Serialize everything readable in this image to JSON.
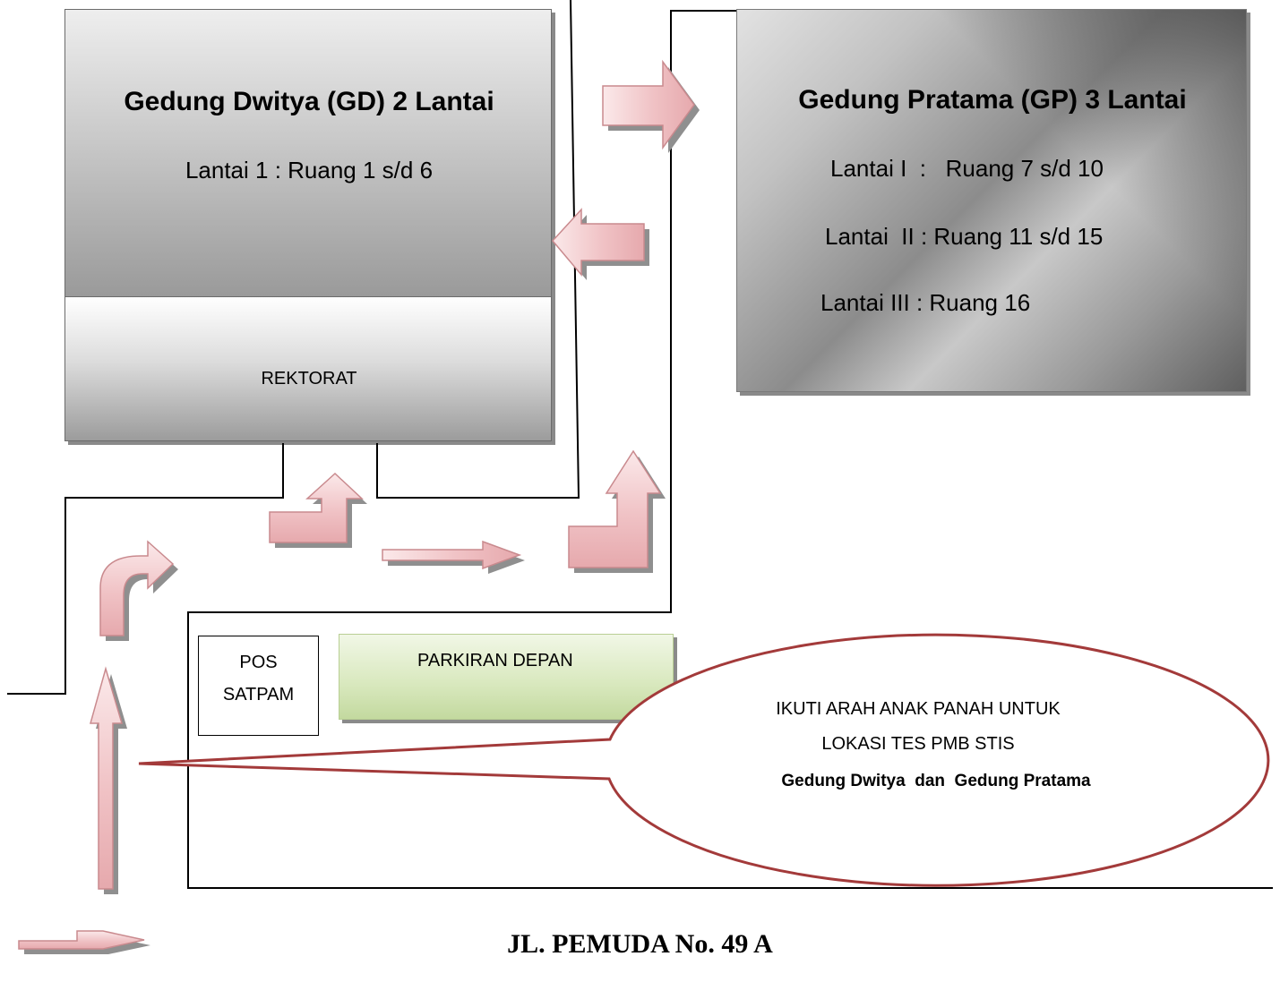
{
  "gedung_dwitya": {
    "title": "Gedung Dwitya (GD) 2 Lantai",
    "floor1": "Lantai 1 : Ruang 1 s/d 6",
    "rektorat": "REKTORAT"
  },
  "gedung_pratama": {
    "title": "Gedung Pratama (GP) 3 Lantai",
    "floors": [
      "Lantai I  :   Ruang 7 s/d 10",
      "Lantai  II : Ruang 11 s/d 15",
      "Lantai III : Ruang 16"
    ]
  },
  "pos_satpam": {
    "line1": "POS",
    "line2": "SATPAM"
  },
  "parkiran": "PARKIRAN DEPAN",
  "callout": {
    "line1": "IKUTI ARAH ANAK PANAH UNTUK",
    "line2": "LOKASI TES PMB STIS",
    "line3": "Gedung Dwitya  dan  Gedung Pratama"
  },
  "street": "JL. PEMUDA No. 49 A",
  "colors": {
    "arrow_fill": "#f2c6c8",
    "arrow_stroke": "#c98a8e",
    "callout_stroke": "#a33a3a",
    "parking_fill": "#d8e8bd"
  }
}
